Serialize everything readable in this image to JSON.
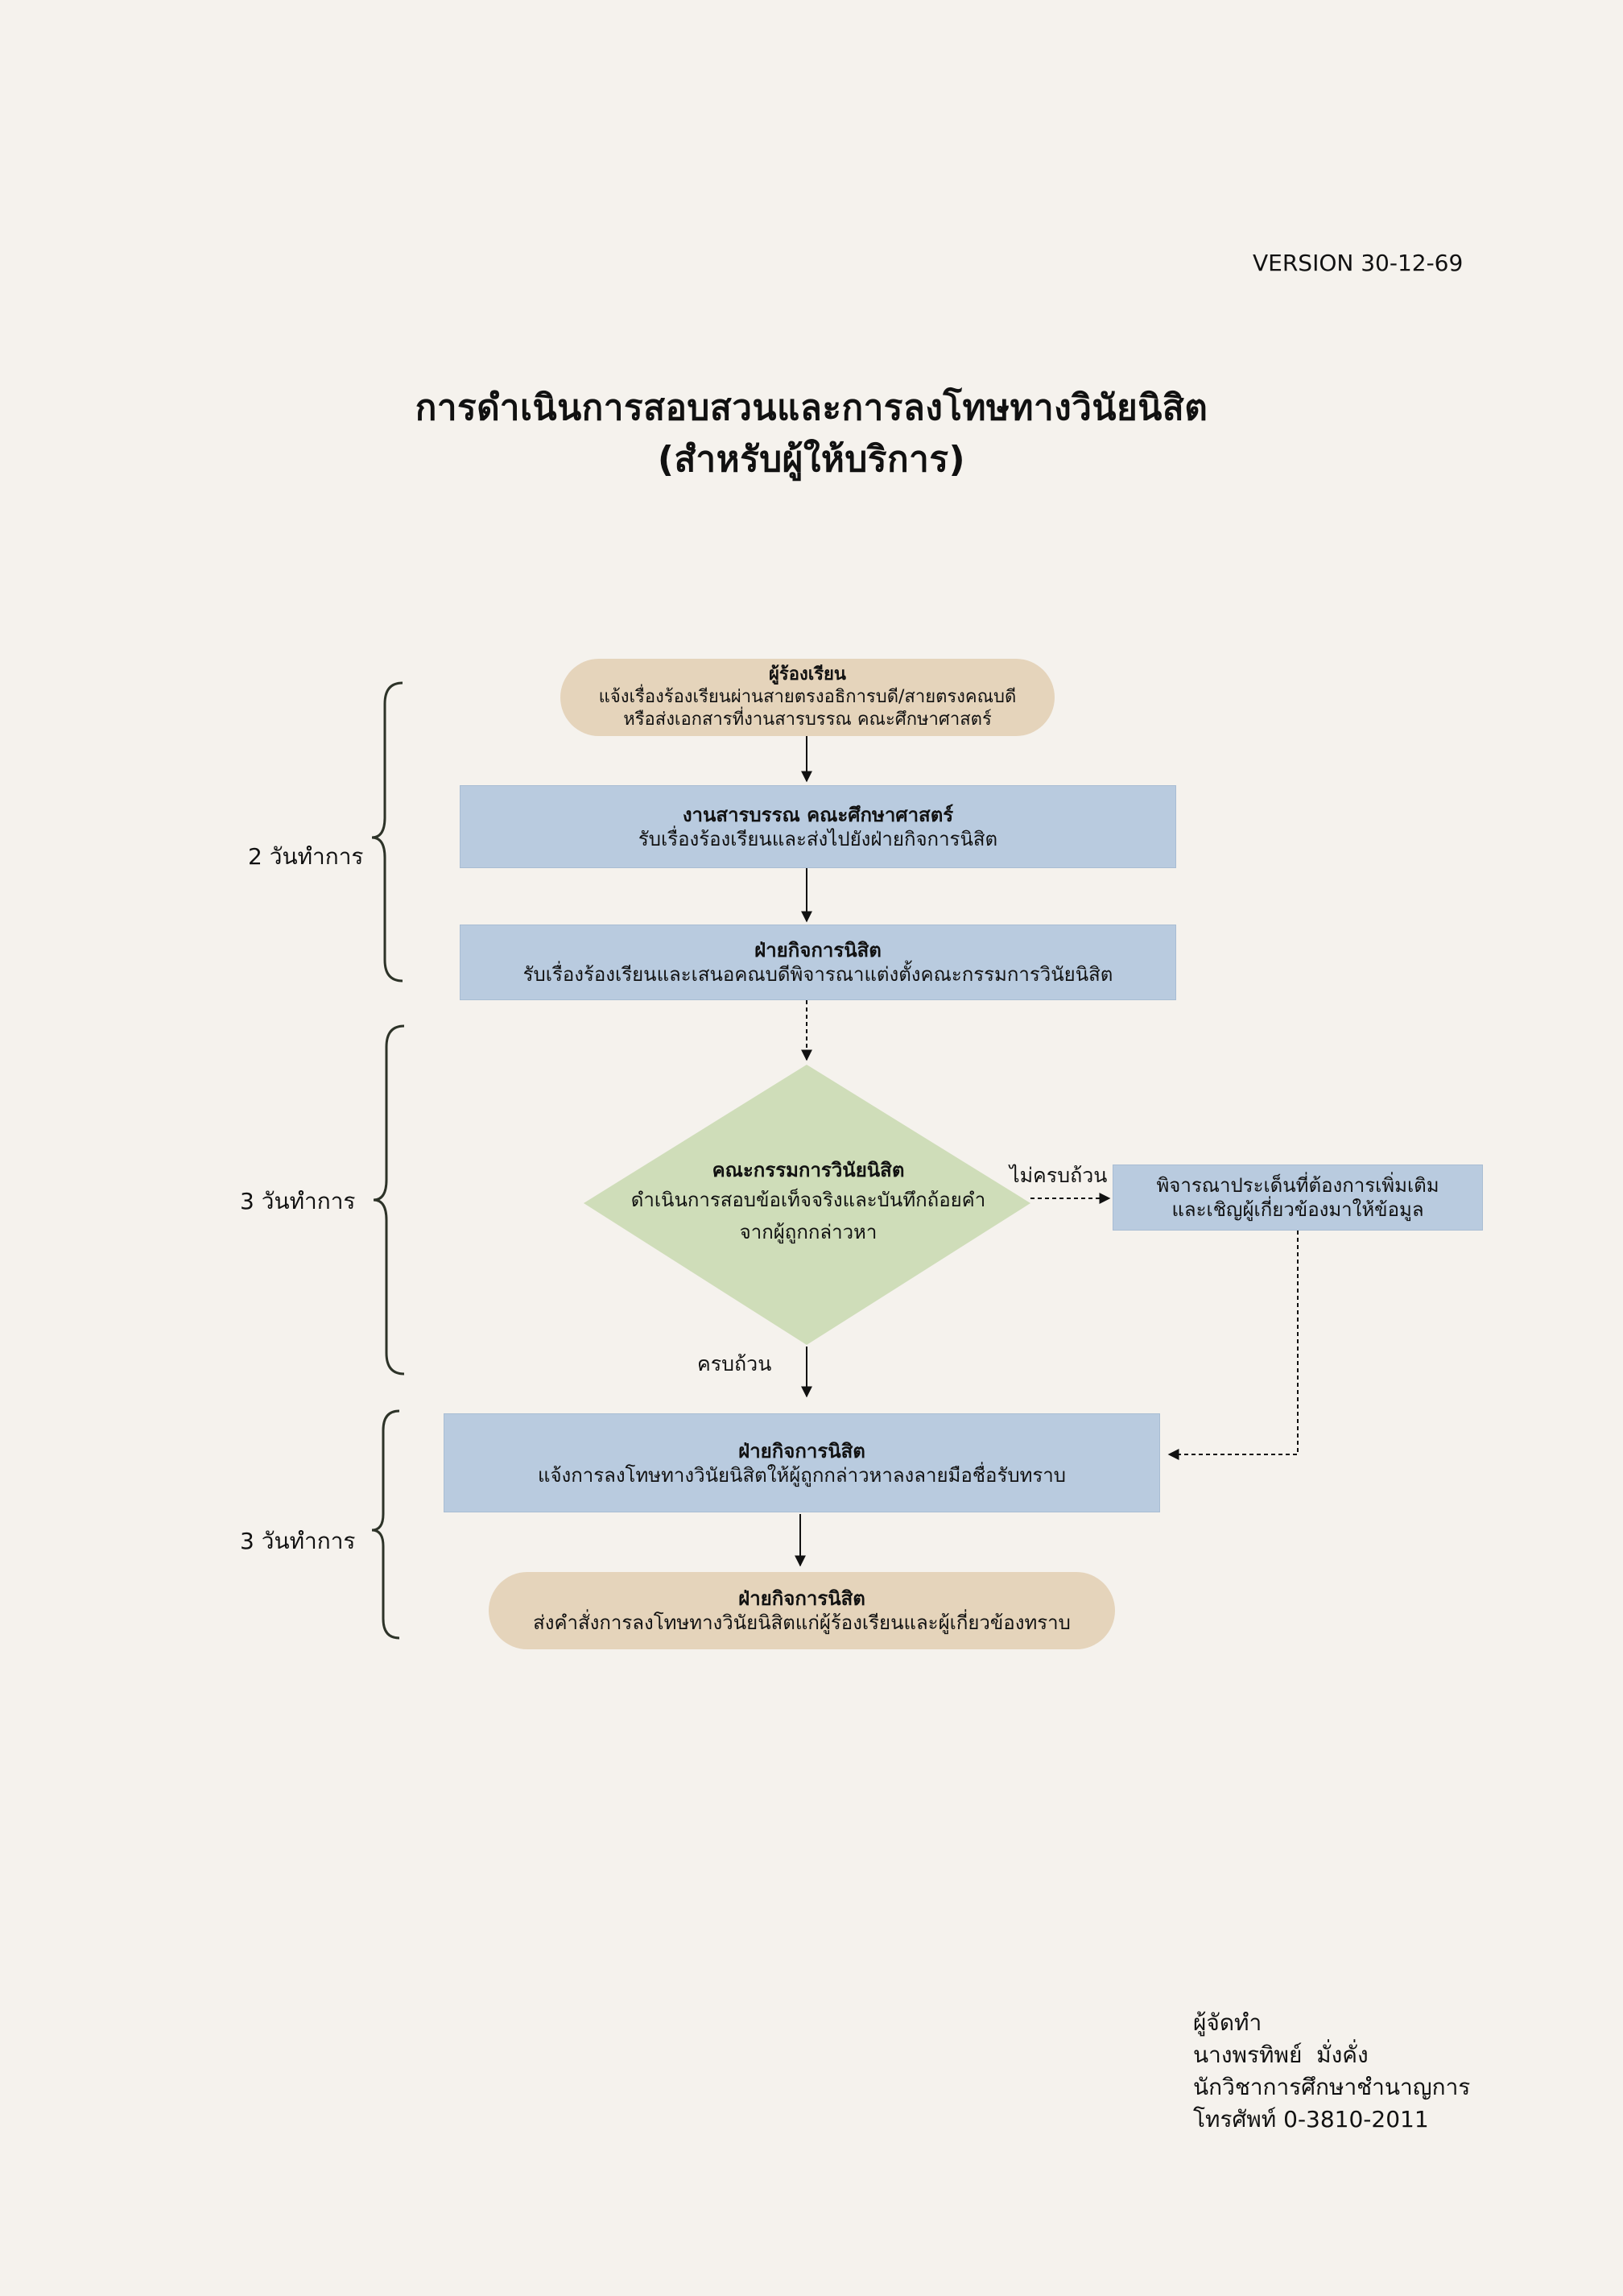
{
  "version": "VERSION 30-12-69",
  "title": {
    "line1": "การดำเนินการสอบสวนและการลงโทษทางวินัยนิสิต",
    "line2": "(สำหรับผู้ให้บริการ)"
  },
  "steps": {
    "complainant": {
      "heading": "ผู้ร้องเรียน",
      "line1": "แจ้งเรื่องร้องเรียนผ่านสายตรงอธิการบดี/สายตรงคณบดี",
      "line2": "หรือส่งเอกสารที่งานสารบรรณ คณะศึกษาศาสตร์"
    },
    "registry": {
      "heading": "งานสารบรรณ คณะศึกษาศาสตร์",
      "line1": "รับเรื่องร้องเรียนและส่งไปยังฝ่ายกิจการนิสิต"
    },
    "student_affairs_1": {
      "heading": "ฝ่ายกิจการนิสิต",
      "line1": "รับเรื่องร้องเรียนและเสนอคณบดีพิจารณาแต่งตั้งคณะกรรมการวินัยนิสิต"
    },
    "committee": {
      "heading": "คณะกรรมการวินัยนิสิต",
      "line1": "ดำเนินการสอบข้อเท็จจริงและบันทึกถ้อยคำ",
      "line2": "จากผู้ถูกกล่าวหา"
    },
    "additional": {
      "line1": "พิจารณาประเด็นที่ต้องการเพิ่มเติม",
      "line2": "และเชิญผู้เกี่ยวข้องมาให้ข้อมูล"
    },
    "student_affairs_2": {
      "heading": "ฝ่ายกิจการนิสิต",
      "line1": "แจ้งการลงโทษทางวินัยนิสิตให้ผู้ถูกกล่าวหาลงลายมือชื่อรับทราบ"
    },
    "student_affairs_3": {
      "heading": "ฝ่ายกิจการนิสิต",
      "line1": "ส่งคำสั่งการลงโทษทางวินัยนิสิตแก่ผู้ร้องเรียนและผู้เกี่ยวข้องทราบ"
    }
  },
  "edge_labels": {
    "incomplete": "ไม่ครบถ้วน",
    "complete": "ครบถ้วน"
  },
  "durations": [
    "2 วันทำการ",
    "3 วันทำการ",
    "3 วันทำการ"
  ],
  "footer": {
    "prepared_by": "ผู้จัดทำ",
    "name": "นางพรทิพย์  มั่งคั่ง",
    "position": "นักวิชาการศึกษาชำนาญการ",
    "phone": "โทรศัพท์ 0-3810-2011"
  }
}
